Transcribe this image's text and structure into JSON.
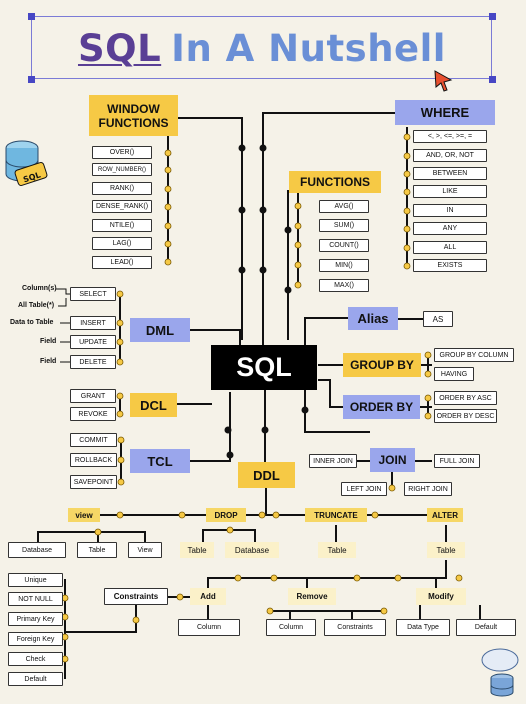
{
  "title": {
    "part1": "SQL",
    "part2": "In A Nutshell"
  },
  "center": "SQL",
  "window_functions": {
    "header": "WINDOW FUNCTIONS",
    "items": [
      "OVER()",
      "ROW_NUMBER()",
      "RANK()",
      "DENSE_RANK()",
      "NTILE()",
      "LAG()",
      "LEAD()"
    ]
  },
  "where": {
    "header": "WHERE",
    "items": [
      "<, >, <=, >=, =",
      "AND, OR, NOT",
      "BETWEEN",
      "LIKE",
      "IN",
      "ANY",
      "ALL",
      "EXISTS"
    ]
  },
  "functions": {
    "header": "FUNCTIONS",
    "items": [
      "AVG()",
      "SUM()",
      "COUNT()",
      "MIN()",
      "MAX()"
    ]
  },
  "dml": {
    "header": "DML",
    "items": [
      "SELECT",
      "INSERT",
      "UPDATE",
      "DELETE"
    ],
    "labels": [
      "Column(s)",
      "All Table(*)",
      "Data to Table",
      "Field",
      "Field"
    ]
  },
  "dcl": {
    "header": "DCL",
    "items": [
      "GRANT",
      "REVOKE"
    ]
  },
  "tcl": {
    "header": "TCL",
    "items": [
      "COMMIT",
      "ROLLBACK",
      "SAVEPOINT"
    ]
  },
  "alias": {
    "header": "Alias",
    "item": "AS"
  },
  "group_by": {
    "header": "GROUP BY",
    "items": [
      "GROUP BY COLUMN",
      "HAVING"
    ]
  },
  "order_by": {
    "header": "ORDER BY",
    "items": [
      "ORDER BY ASC",
      "ORDER BY DESC"
    ]
  },
  "join": {
    "header": "JOIN",
    "items": [
      "INNER JOIN",
      "FULL JOIN",
      "LEFT JOIN",
      "RIGHT JOIN"
    ]
  },
  "ddl": {
    "header": "DDL",
    "view": {
      "label": "view",
      "items": [
        "Database",
        "Table",
        "View"
      ]
    },
    "drop": {
      "label": "DROP",
      "items": [
        "Table",
        "Database"
      ]
    },
    "truncate": {
      "label": "TRUNCATE",
      "items": [
        "Table"
      ]
    },
    "alter": {
      "label": "ALTER",
      "items": [
        "Table"
      ]
    },
    "constraints": {
      "label": "Constraints",
      "items": [
        "Unique",
        "NOT NULL",
        "Primary Key",
        "Foreign Key",
        "Check",
        "Default"
      ]
    },
    "add": {
      "label": "Add",
      "items": [
        "Column"
      ]
    },
    "remove": {
      "label": "Remove",
      "items": [
        "Column",
        "Constraints"
      ]
    },
    "modify": {
      "label": "Modify",
      "items": [
        "Data Type",
        "Default"
      ]
    }
  },
  "colors": {
    "yellow": "#f6c945",
    "blue": "#9aa6ec",
    "black": "#000000",
    "background": "#f5f2e8"
  },
  "icons": [
    "database-icon",
    "cursor-arrow-icon",
    "cloud-database-icon"
  ]
}
